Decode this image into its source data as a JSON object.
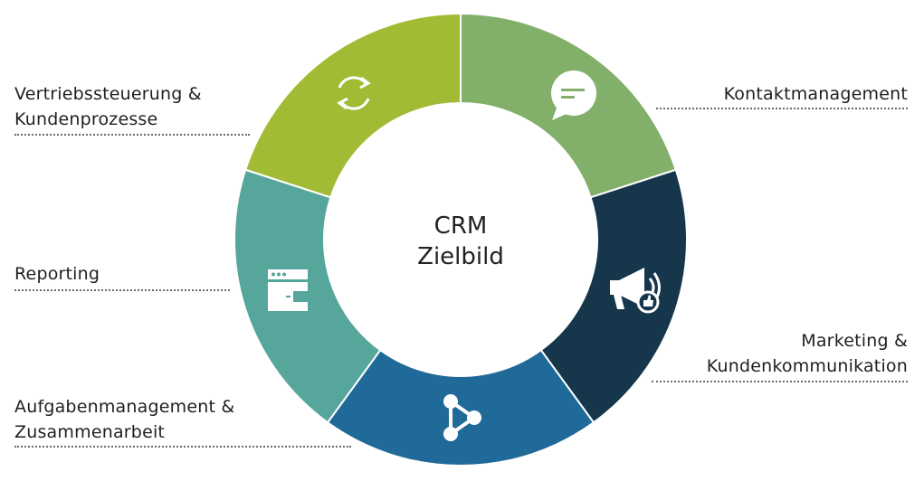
{
  "center": {
    "line1": "CRM",
    "line2": "Zielbild"
  },
  "segments": [
    {
      "id": "kontakt",
      "lines": [
        "Kontaktmanagement"
      ],
      "color": "#82b06a",
      "icon": "speech-bubble-icon"
    },
    {
      "id": "marketing",
      "lines": [
        "Marketing &",
        "Kundenkommunikation"
      ],
      "color": "#15364b",
      "icon": "megaphone-icon"
    },
    {
      "id": "aufgaben",
      "lines": [
        "Aufgabenmanagement &",
        "Zusammenarbeit"
      ],
      "color": "#1f6a98",
      "icon": "network-share-icon"
    },
    {
      "id": "reporting",
      "lines": [
        "Reporting"
      ],
      "color": "#56a69c",
      "icon": "browser-window-icon"
    },
    {
      "id": "vertrieb",
      "lines": [
        "Vertriebssteuerung &",
        "Kundenprozesse"
      ],
      "color": "#a2bb34",
      "icon": "refresh-cycle-icon"
    }
  ]
}
